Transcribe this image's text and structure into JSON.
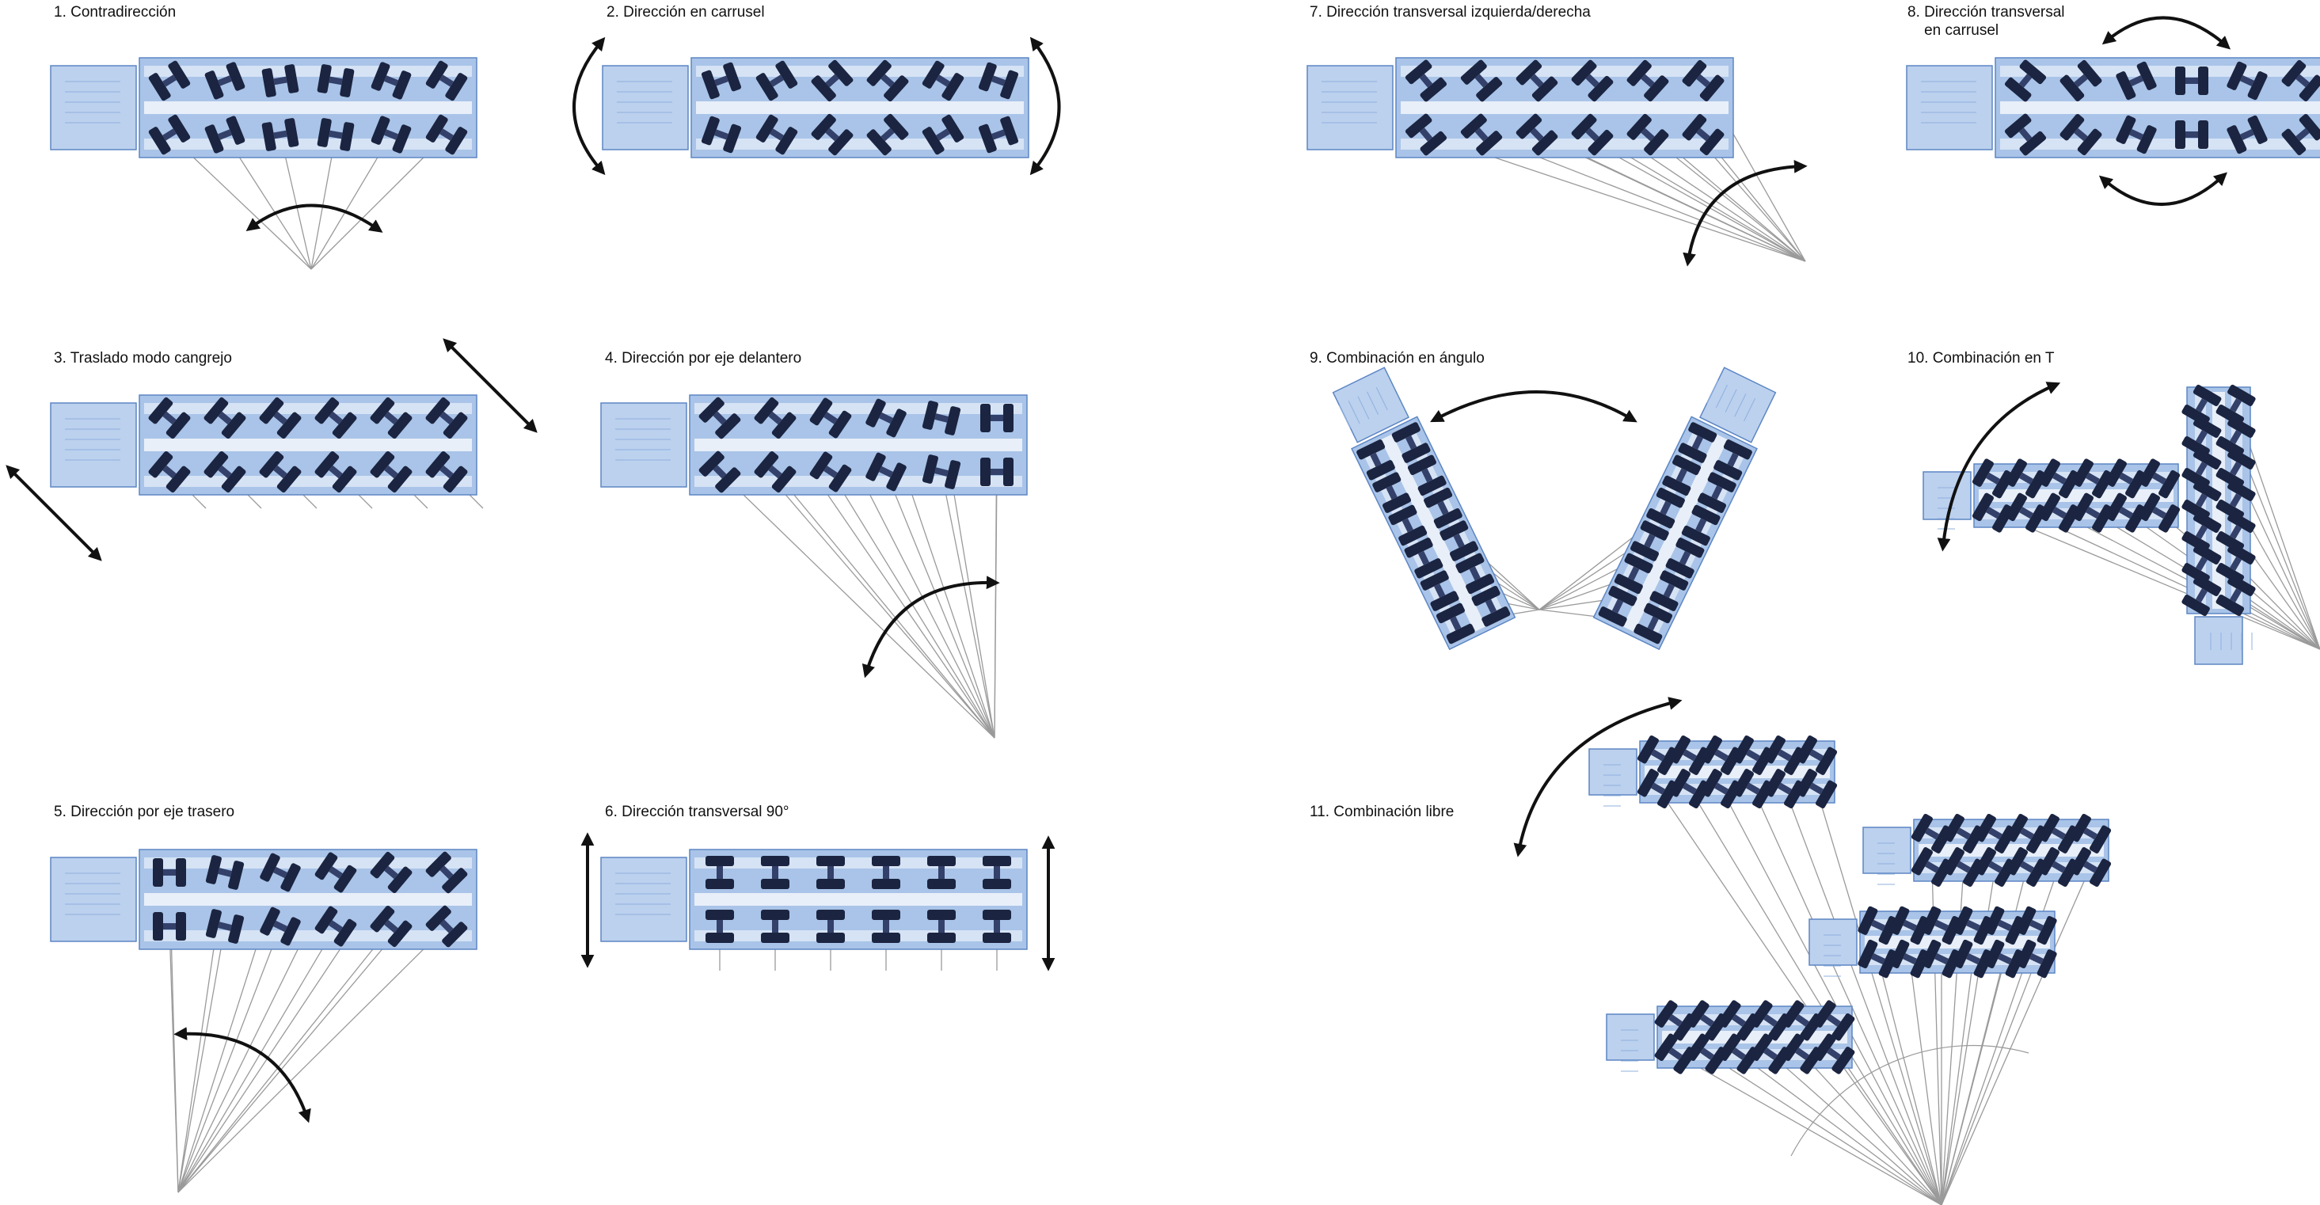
{
  "figure": {
    "panels": [
      {
        "id": "p1",
        "label": "1. Contradirección"
      },
      {
        "id": "p2",
        "label": "2. Dirección en carrusel"
      },
      {
        "id": "p3",
        "label": "3. Traslado modo cangrejo"
      },
      {
        "id": "p4",
        "label": "4. Dirección por eje delantero"
      },
      {
        "id": "p5",
        "label": "5. Dirección por eje trasero"
      },
      {
        "id": "p6",
        "label": "6. Dirección transversal 90°"
      },
      {
        "id": "p7",
        "label": "7. Dirección transversal izquierda/derecha"
      },
      {
        "id": "p8",
        "label": "8. Dirección transversal\n    en carrusel"
      },
      {
        "id": "p9",
        "label": "9. Combinación en ángulo"
      },
      {
        "id": "p10",
        "label": "10. Combinación en T"
      },
      {
        "id": "p11",
        "label": "11. Combinación libre"
      }
    ]
  },
  "colors": {
    "frame": "#a9c4e8",
    "frame_edge": "#5d86c4",
    "cab": "#bcd1ee",
    "wheel": "#1b2440",
    "line": "#9a9a9a",
    "arrow": "#111111",
    "label": "#111111"
  }
}
